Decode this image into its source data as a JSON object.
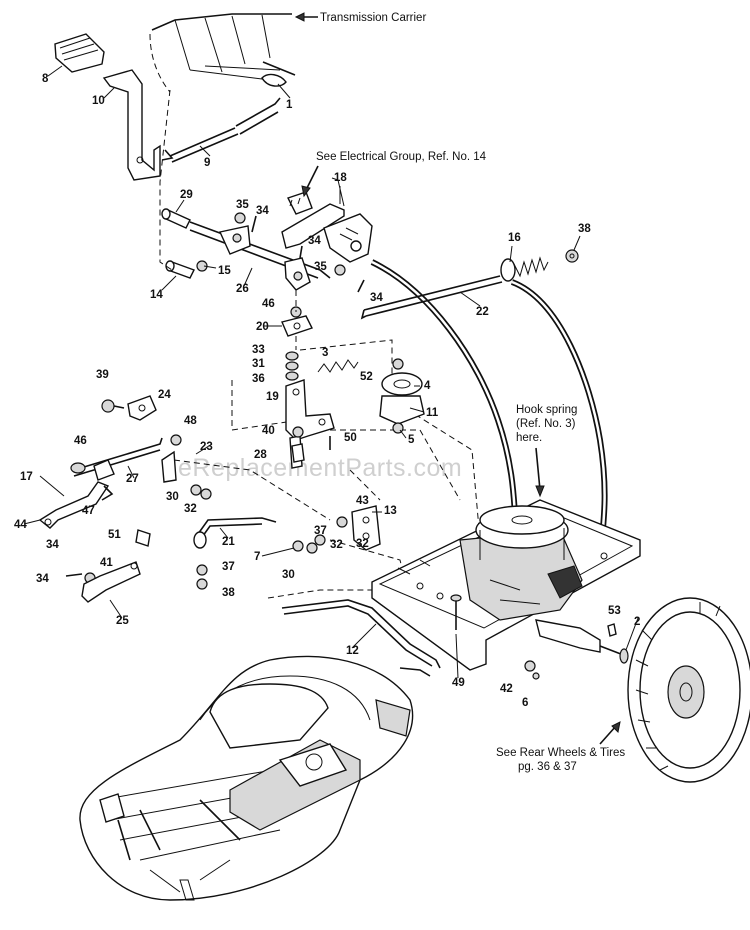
{
  "notes": {
    "transmission_carrier": "Transmission Carrier",
    "electrical_group": "See Electrical Group, Ref. No. 14",
    "hook_spring_1": "Hook spring",
    "hook_spring_2": "(Ref. No. 3)",
    "hook_spring_3": "here.",
    "rear_wheels_1": "See Rear Wheels & Tires",
    "rear_wheels_2": "pg. 36 & 37"
  },
  "watermark": "eReplacementParts.com",
  "callouts": [
    "1",
    "2",
    "3",
    "4",
    "5",
    "6",
    "7",
    "8",
    "9",
    "10",
    "11",
    "12",
    "13",
    "14",
    "15",
    "16",
    "17",
    "18",
    "19",
    "20",
    "21",
    "22",
    "23",
    "24",
    "25",
    "26",
    "27",
    "28",
    "29",
    "30",
    "30",
    "31",
    "32",
    "32",
    "32",
    "33",
    "34",
    "34",
    "34",
    "34",
    "34",
    "35",
    "35",
    "36",
    "37",
    "37",
    "38",
    "38",
    "39",
    "40",
    "41",
    "42",
    "43",
    "44",
    "46",
    "46",
    "47",
    "48",
    "49",
    "50",
    "51",
    "52",
    "53"
  ]
}
